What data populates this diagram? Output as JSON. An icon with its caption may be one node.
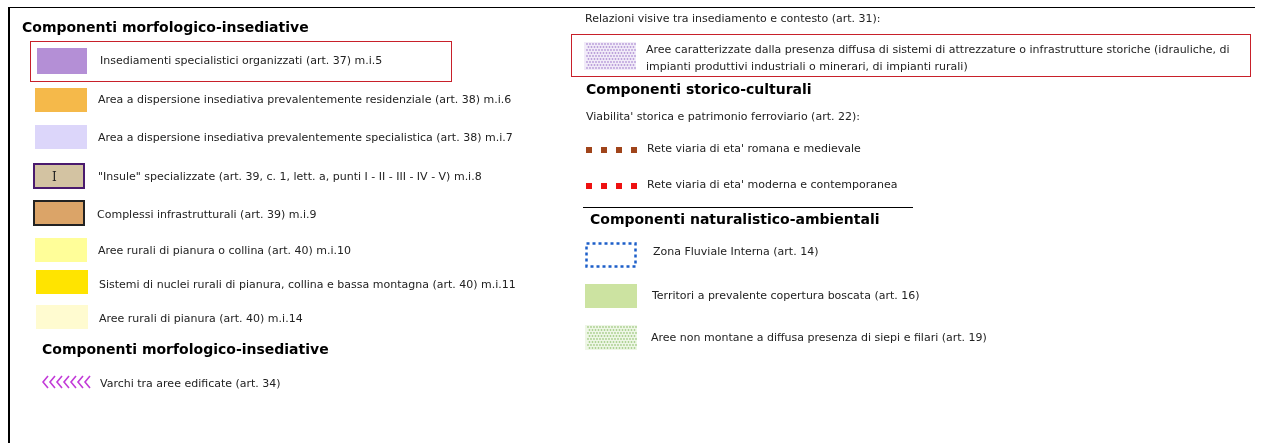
{
  "diagram": {
    "labels": [
      "Componenti morfologico-insediative",
      "I",
      "Componenti morfologico-insediative",
      "Relazioni visive tra insediamento e contesto (art. 31):",
      "Componenti storico-culturali",
      "Viabilita' storica e patrimonio ferroviario (art. 22):",
      "Componenti naturalistico-ambientali"
    ],
    "legend": [
      {
        "text": "Insediamenti specialistici organizzati (art. 37) m.i.5",
        "color": "#b48fd6"
      },
      {
        "text": "Area a dispersione insediativa prevalentemente residenziale (art. 38) m.i.6",
        "color": "#f5b94a"
      },
      {
        "text": "Area a dispersione insediativa prevalentemente specialistica (art. 38) m.i.7",
        "color": "#dcd6fa"
      },
      {
        "text": "\"Insule\" specializzate (art. 39, c. 1, lett. a, punti I - II - III - IV - V) m.i.8",
        "color": "#d3c3a2"
      },
      {
        "text": "Complessi infrastrutturali (art. 39) m.i.9",
        "color": "#dba468"
      },
      {
        "text": "Aree rurali di pianura o collina (art. 40) m.i.10",
        "color": "#fffe99"
      },
      {
        "text": "Sistemi di nuclei rurali di pianura, collina e bassa montagna (art. 40) m.i.11",
        "color": "#ffe400"
      },
      {
        "text": "Aree rurali di pianura (art. 40) m.i.14",
        "color": "#fffbd0"
      },
      {
        "text": "Varchi tra aree edificate (art. 34)"
      },
      {
        "text": "Aree caratterizzate dalla presenza diffusa di sistemi di attrezzature o infrastrutture storiche (idrauliche, di impianti produttivi industriali o minerari, di impianti rurali)"
      },
      {
        "text": "Rete viaria di eta' romana e medievale"
      },
      {
        "text": "Rete viaria di eta' moderna e contemporanea"
      },
      {
        "text": "Zona Fluviale Interna (art. 14)"
      },
      {
        "text": "Territori a prevalente copertura boscata (art. 16)",
        "color": "#cce3a1"
      },
      {
        "text": "Aree non montane a diffusa presenza di siepi e filari (art. 19)"
      }
    ]
  }
}
